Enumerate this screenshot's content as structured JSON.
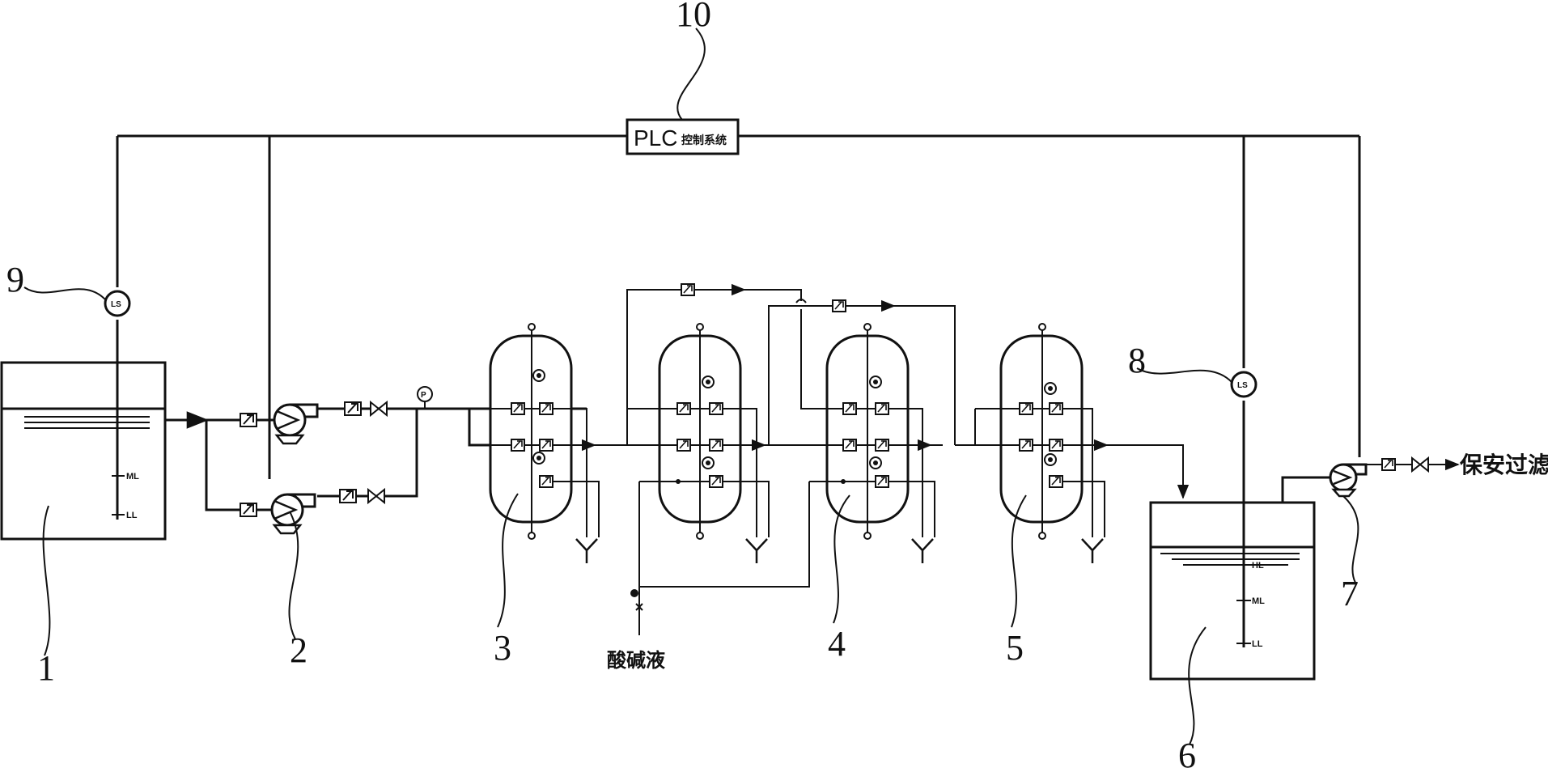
{
  "labels": {
    "n1": "1",
    "n2": "2",
    "n3": "3",
    "n4": "4",
    "n5": "5",
    "n6": "6",
    "n7": "7",
    "n8": "8",
    "n9": "9",
    "n10": "10"
  },
  "plc": {
    "main": "PLC",
    "sub": "控制系统"
  },
  "chem_feed": "酸碱液",
  "outlet": "保安过滤器",
  "levels": {
    "ml": "ML",
    "ll": "LL",
    "hl": "HL"
  },
  "instruments": {
    "ls": "LS",
    "p": "P"
  }
}
